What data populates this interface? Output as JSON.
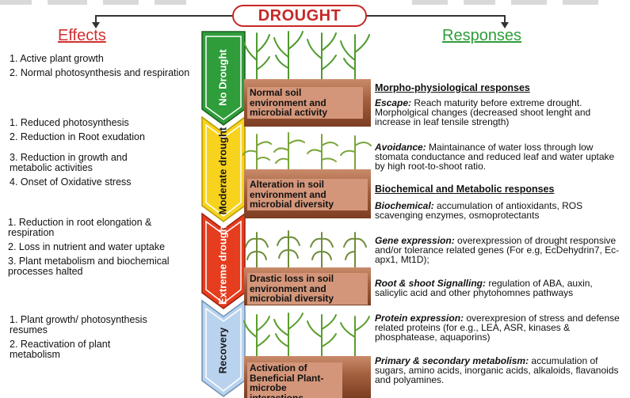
{
  "title": "DROUGHT",
  "effects_heading": "Effects",
  "responses_heading": "Responses",
  "colors": {
    "title_red": "#c62828",
    "effects_red": "#d32f2f",
    "responses_green": "#2e9d3a",
    "no_drought": "#2e9d3a",
    "moderate_drought": "#f7d31e",
    "extreme_drought": "#e53d1e",
    "recovery": "#b9d3ee"
  },
  "stages": [
    {
      "name": "No Drought",
      "soil_label": "Normal soil environment and microbial activity",
      "effects": [
        "1. Active plant growth",
        "2. Normal photosynthesis and respiration"
      ]
    },
    {
      "name": "Moderate drought",
      "soil_label": "Alteration in soil environment and microbial diversity",
      "effects": [
        "1. Reduced photosynthesis",
        "2. Reduction in Root exudation",
        "3. Reduction in growth and metabolic activities",
        "4. Onset of Oxidative stress"
      ]
    },
    {
      "name": "Extreme drought",
      "soil_label": "Drastic loss in soil environment and microbial diversity",
      "effects": [
        "1. Reduction in root elongation & respiration",
        "2. Loss in nutrient and water uptake",
        "3. Plant metabolism and biochemical processes halted"
      ]
    },
    {
      "name": "Recovery",
      "soil_label": "Activation of Beneficial Plant-microbe interactions",
      "effects": [
        "1. Plant growth/ photosynthesis resumes",
        "2. Reactivation of plant metabolism"
      ]
    }
  ],
  "responses": {
    "morpho_heading": "Morpho-physiological responses",
    "biochem_heading": "Biochemical and Metabolic responses",
    "items": [
      {
        "term": "Escape:",
        "text": " Reach maturity before extreme drought. Morpholgical changes (decreased shoot lenght and increase in leaf tensile strength)"
      },
      {
        "term": "Avoidance:",
        "text": " Maintainance of water loss through low stomata conductance and reduced leaf and water uptake by high root-to-shoot ratio."
      },
      {
        "term": "Biochemical:",
        "text": " accumulation of antioxidants, ROS scavenging enzymes, osmoprotectants"
      },
      {
        "term": "Gene expression:",
        "text": " overexpression of drought responsive and/or tolerance related genes (For e.g, EcDehydrin7, Ec-apx1, Mt1D);"
      },
      {
        "term": "Root & shoot Signalling:",
        "text": "  regulation of ABA, auxin, salicylic acid and other phytohomnes pathways"
      },
      {
        "term": "Protein expression:",
        "text": " overexpresion of stress and defense related proteins (for e.g., LEA, ASR, kinases & phosphatease, aquaporins)"
      },
      {
        "term": "Primary & secondary metabolism:",
        "text": " accumulation of sugars, amino acids, inorganic acids, alkaloids, flavanoids and polyamines."
      }
    ]
  }
}
